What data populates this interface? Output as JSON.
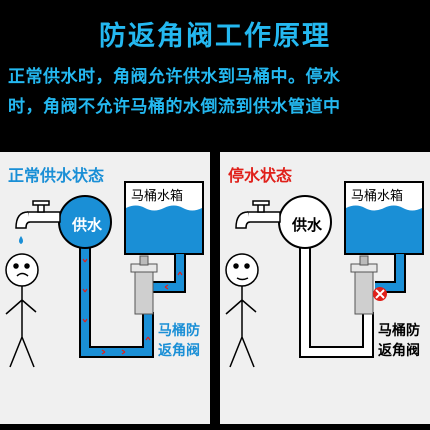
{
  "header": {
    "title": "防返角阀工作原理",
    "line1": "正常供水时，角阀允许供水到马桶中。停水",
    "line2": "时，角阀不允许马桶的水倒流到供水管道中"
  },
  "left_panel": {
    "title": "正常供水状态",
    "tank_label": "马桶水箱",
    "supply_label": "供水",
    "valve_label_1": "马桶防",
    "valve_label_2": "返角阀"
  },
  "right_panel": {
    "title": "停水状态",
    "tank_label": "马桶水箱",
    "supply_label": "供水",
    "valve_label_1": "马桶防",
    "valve_label_2": "返角阀"
  },
  "colors": {
    "accent": "#24b8f0",
    "water": "#1a8fd6",
    "arrow": "#e0201a",
    "panel": "#f0f0f0"
  }
}
